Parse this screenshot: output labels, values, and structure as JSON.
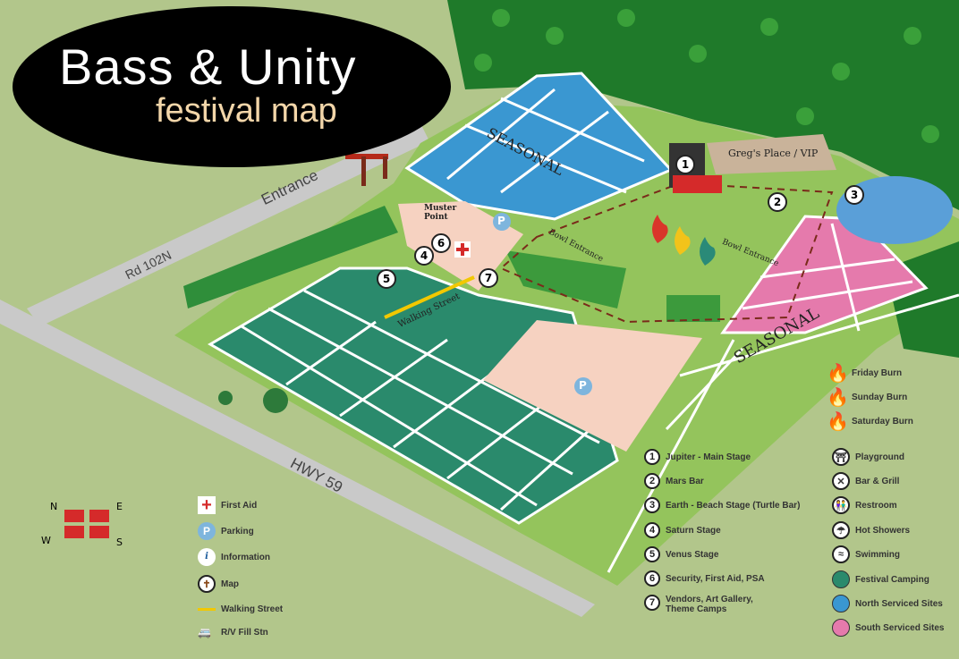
{
  "title": {
    "main": "Bass & Unity",
    "sub": "festival map"
  },
  "map_labels": {
    "entrance": "Entrance",
    "rd": "Rd 102N",
    "hwy": "HWY 59",
    "seasonal_north": "SEASONAL",
    "seasonal_south": "SEASONAL",
    "gregs": "Greg's Place / VIP",
    "muster": "Muster Point",
    "bowl1": "Bowl Entrance",
    "bowl2": "Bowl Entrance",
    "walking": "Walking Street",
    "compass": {
      "n": "N",
      "e": "E",
      "s": "S",
      "w": "W"
    }
  },
  "stage_markers": [
    "1",
    "2",
    "3",
    "4",
    "5",
    "6",
    "7"
  ],
  "burns": [
    {
      "label": "Friday Burn",
      "color": "#d9352a"
    },
    {
      "label": "Sunday Burn",
      "color": "#f2c31a"
    },
    {
      "label": "Saturday Burn",
      "color": "#2a8a78"
    }
  ],
  "numbered_legend": [
    {
      "n": "1",
      "label": "Jupiter - Main Stage"
    },
    {
      "n": "2",
      "label": "Mars Bar"
    },
    {
      "n": "3",
      "label": "Earth - Beach Stage (Turtle Bar)"
    },
    {
      "n": "4",
      "label": "Saturn Stage"
    },
    {
      "n": "5",
      "label": "Venus Stage"
    },
    {
      "n": "6",
      "label": "Security, First Aid, PSA"
    },
    {
      "n": "7",
      "label": "Vendors, Art Gallery,",
      "label2": "Theme Camps"
    }
  ],
  "icon_legend": [
    {
      "icon": "playground-icon",
      "label": "Playground"
    },
    {
      "icon": "bar-grill-icon",
      "label": "Bar & Grill"
    },
    {
      "icon": "restroom-icon",
      "label": "Restroom"
    },
    {
      "icon": "shower-icon",
      "label": "Hot Showers"
    },
    {
      "icon": "swimming-icon",
      "label": "Swimming"
    }
  ],
  "zone_legend": [
    {
      "label": "Festival Camping",
      "color": "#2a8a6c"
    },
    {
      "label": "North Serviced Sites",
      "color": "#3a97d1"
    },
    {
      "label": "South Serviced Sites",
      "color": "#e57aac"
    }
  ],
  "left_legend": [
    {
      "icon": "first-aid-icon",
      "label": "First Aid"
    },
    {
      "icon": "parking-icon",
      "label": "Parking"
    },
    {
      "icon": "information-icon",
      "label": "Information"
    },
    {
      "icon": "map-icon",
      "label": "Map"
    },
    {
      "icon": "walking-street-icon",
      "label": "Walking Street"
    },
    {
      "icon": "rv-icon",
      "label": "R/V Fill Stn"
    }
  ],
  "parking_symbol": "P"
}
